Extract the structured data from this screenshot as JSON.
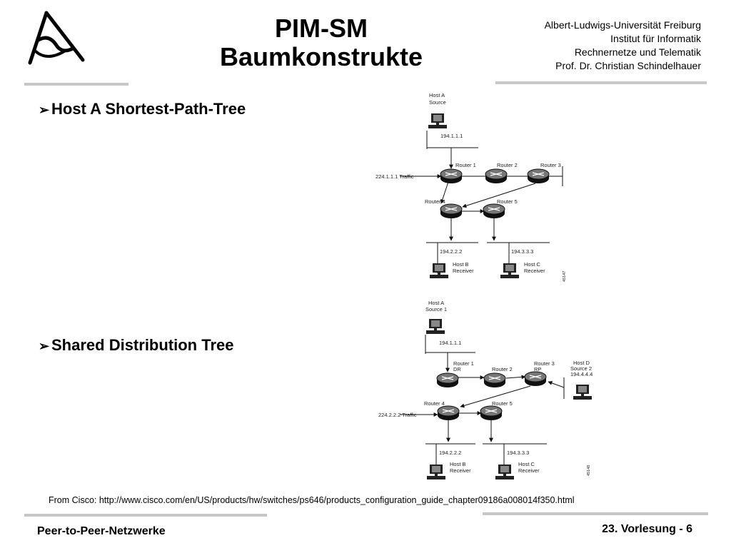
{
  "slide": {
    "title_line1": "PIM-SM",
    "title_line2": "Baumkonstrukte",
    "institution": [
      "Albert-Ludwigs-Universität Freiburg",
      "Institut für Informatik",
      "Rechnernetze und Telematik",
      "Prof. Dr. Christian Schindelhauer"
    ],
    "bullets": [
      {
        "label": "Host A Shortest-Path-Tree"
      },
      {
        "label": "Shared Distribution Tree"
      }
    ],
    "credit": "From Cisco: http://www.cisco.com/en/US/products/hw/switches/ps646/products_configuration_guide_chapter09186a008014f350.html",
    "footer_left": "Peer-to-Peer-Netzwerke",
    "footer_right": "23. Vorlesung - 6",
    "rule_color": "#c8c8c8"
  },
  "diagram1": {
    "host_a": [
      "Host A",
      "Source"
    ],
    "host_a_ip": "194.1.1.1",
    "router1": "Router 1",
    "router2": "Router 2",
    "router3": "Router 3",
    "router4": "Router 4",
    "router5": "Router 5",
    "traffic": "224.1.1.1 Traffic",
    "host_b_ip": "194.2.2.2",
    "host_c_ip": "194.3.3.3",
    "host_b": [
      "Host B",
      "Receiver"
    ],
    "host_c": [
      "Host C",
      "Receiver"
    ],
    "fig_id": "45147"
  },
  "diagram2": {
    "host_a": [
      "Host A",
      "Source 1"
    ],
    "host_a_ip": "194.1.1.1",
    "router1": [
      "Router 1",
      "DR"
    ],
    "router2": "Router 2",
    "router3": [
      "Router 3",
      "RP"
    ],
    "host_d": [
      "Host D",
      "Source 2",
      "194.4.4.4"
    ],
    "router4": "Router 4",
    "router5": "Router 5",
    "traffic": "224.2.2.2 Traffic",
    "host_b_ip": "194.2.2.2",
    "host_c_ip": "194.3.3.3",
    "host_b": [
      "Host B",
      "Receiver"
    ],
    "host_c": [
      "Host C",
      "Receiver"
    ],
    "fig_id": "45148"
  }
}
